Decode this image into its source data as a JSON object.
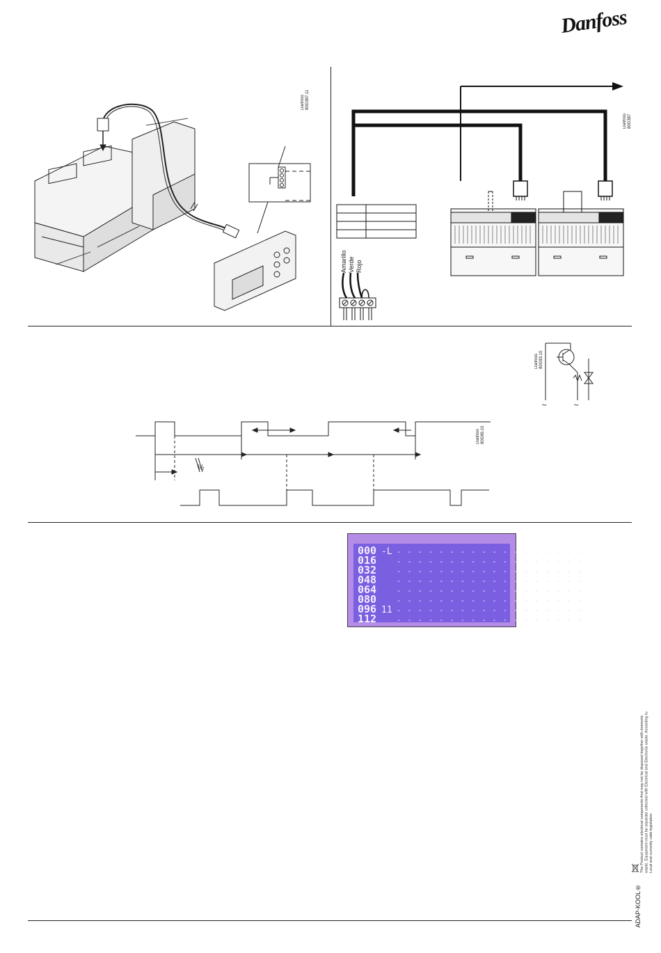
{
  "header": {
    "brand": "Danfoss"
  },
  "figures": {
    "fig1_code": "Danfoss 80G387.11",
    "fig2_code": "Danfoss 80G387",
    "fig3_code": "Danfoss 80G83.10",
    "fig4_code": "Danfoss 80G89.10",
    "timing_fraction": "½"
  },
  "wiring": {
    "wire_colors": [
      "Amarillo",
      "Verde",
      "Rojo"
    ]
  },
  "lcd": {
    "rows": [
      {
        "addr": "000",
        "value": "-L"
      },
      {
        "addr": "016",
        "value": ""
      },
      {
        "addr": "032",
        "value": ""
      },
      {
        "addr": "048",
        "value": ""
      },
      {
        "addr": "064",
        "value": ""
      },
      {
        "addr": "080",
        "value": ""
      },
      {
        "addr": "096",
        "value": "11"
      },
      {
        "addr": "112",
        "value": ""
      }
    ],
    "row_dashes": "- - - - - - - - - - - - - - - - - -"
  },
  "footer": {
    "product": "ADAP-KOOL®",
    "weee_text": "The Product contains electrical components And may not be disposed together with domestic waste. Equipment must be separate collected with Electrical and Electronic waste. According to Local and currently valid legislation."
  },
  "colors": {
    "lcd_background": "#7a5fe0",
    "lcd_frame": "#b48ce6",
    "lcd_text": "#f4eeff"
  }
}
